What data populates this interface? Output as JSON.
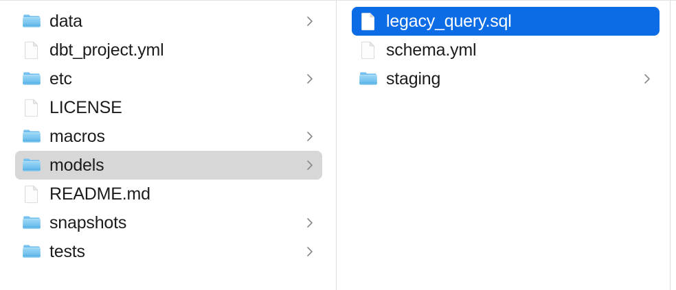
{
  "view": {
    "kind": "column-browser",
    "background_color": "#ffffff",
    "divider_color": "#dcdcdc",
    "selection_active_color": "#0b6ce6",
    "selection_inactive_color": "#d7d7d7",
    "text_color": "#1c1c1e",
    "selected_text_color": "#ffffff",
    "chevron_color": "#8a8a8e"
  },
  "columns": [
    {
      "name": "parent-column",
      "items": [
        {
          "label": "data",
          "icon": "folder-icon",
          "kind": "folder",
          "has_chevron": true,
          "selected": false,
          "selection_style": "none"
        },
        {
          "label": "dbt_project.yml",
          "icon": "file-icon",
          "kind": "file",
          "has_chevron": false,
          "selected": false,
          "selection_style": "none"
        },
        {
          "label": "etc",
          "icon": "folder-icon",
          "kind": "folder",
          "has_chevron": true,
          "selected": false,
          "selection_style": "none"
        },
        {
          "label": "LICENSE",
          "icon": "file-icon",
          "kind": "file",
          "has_chevron": false,
          "selected": false,
          "selection_style": "none"
        },
        {
          "label": "macros",
          "icon": "folder-icon",
          "kind": "folder",
          "has_chevron": true,
          "selected": false,
          "selection_style": "none"
        },
        {
          "label": "models",
          "icon": "folder-icon",
          "kind": "folder",
          "has_chevron": true,
          "selected": true,
          "selection_style": "gray"
        },
        {
          "label": "README.md",
          "icon": "file-icon",
          "kind": "file",
          "has_chevron": false,
          "selected": false,
          "selection_style": "none"
        },
        {
          "label": "snapshots",
          "icon": "folder-icon",
          "kind": "folder",
          "has_chevron": true,
          "selected": false,
          "selection_style": "none"
        },
        {
          "label": "tests",
          "icon": "folder-icon",
          "kind": "folder",
          "has_chevron": true,
          "selected": false,
          "selection_style": "none"
        }
      ]
    },
    {
      "name": "child-column",
      "items": [
        {
          "label": "legacy_query.sql",
          "icon": "file-icon",
          "kind": "file",
          "has_chevron": false,
          "selected": true,
          "selection_style": "blue"
        },
        {
          "label": "schema.yml",
          "icon": "file-icon",
          "kind": "file",
          "has_chevron": false,
          "selected": false,
          "selection_style": "none"
        },
        {
          "label": "staging",
          "icon": "folder-icon",
          "kind": "folder",
          "has_chevron": true,
          "selected": false,
          "selection_style": "none"
        }
      ]
    }
  ]
}
